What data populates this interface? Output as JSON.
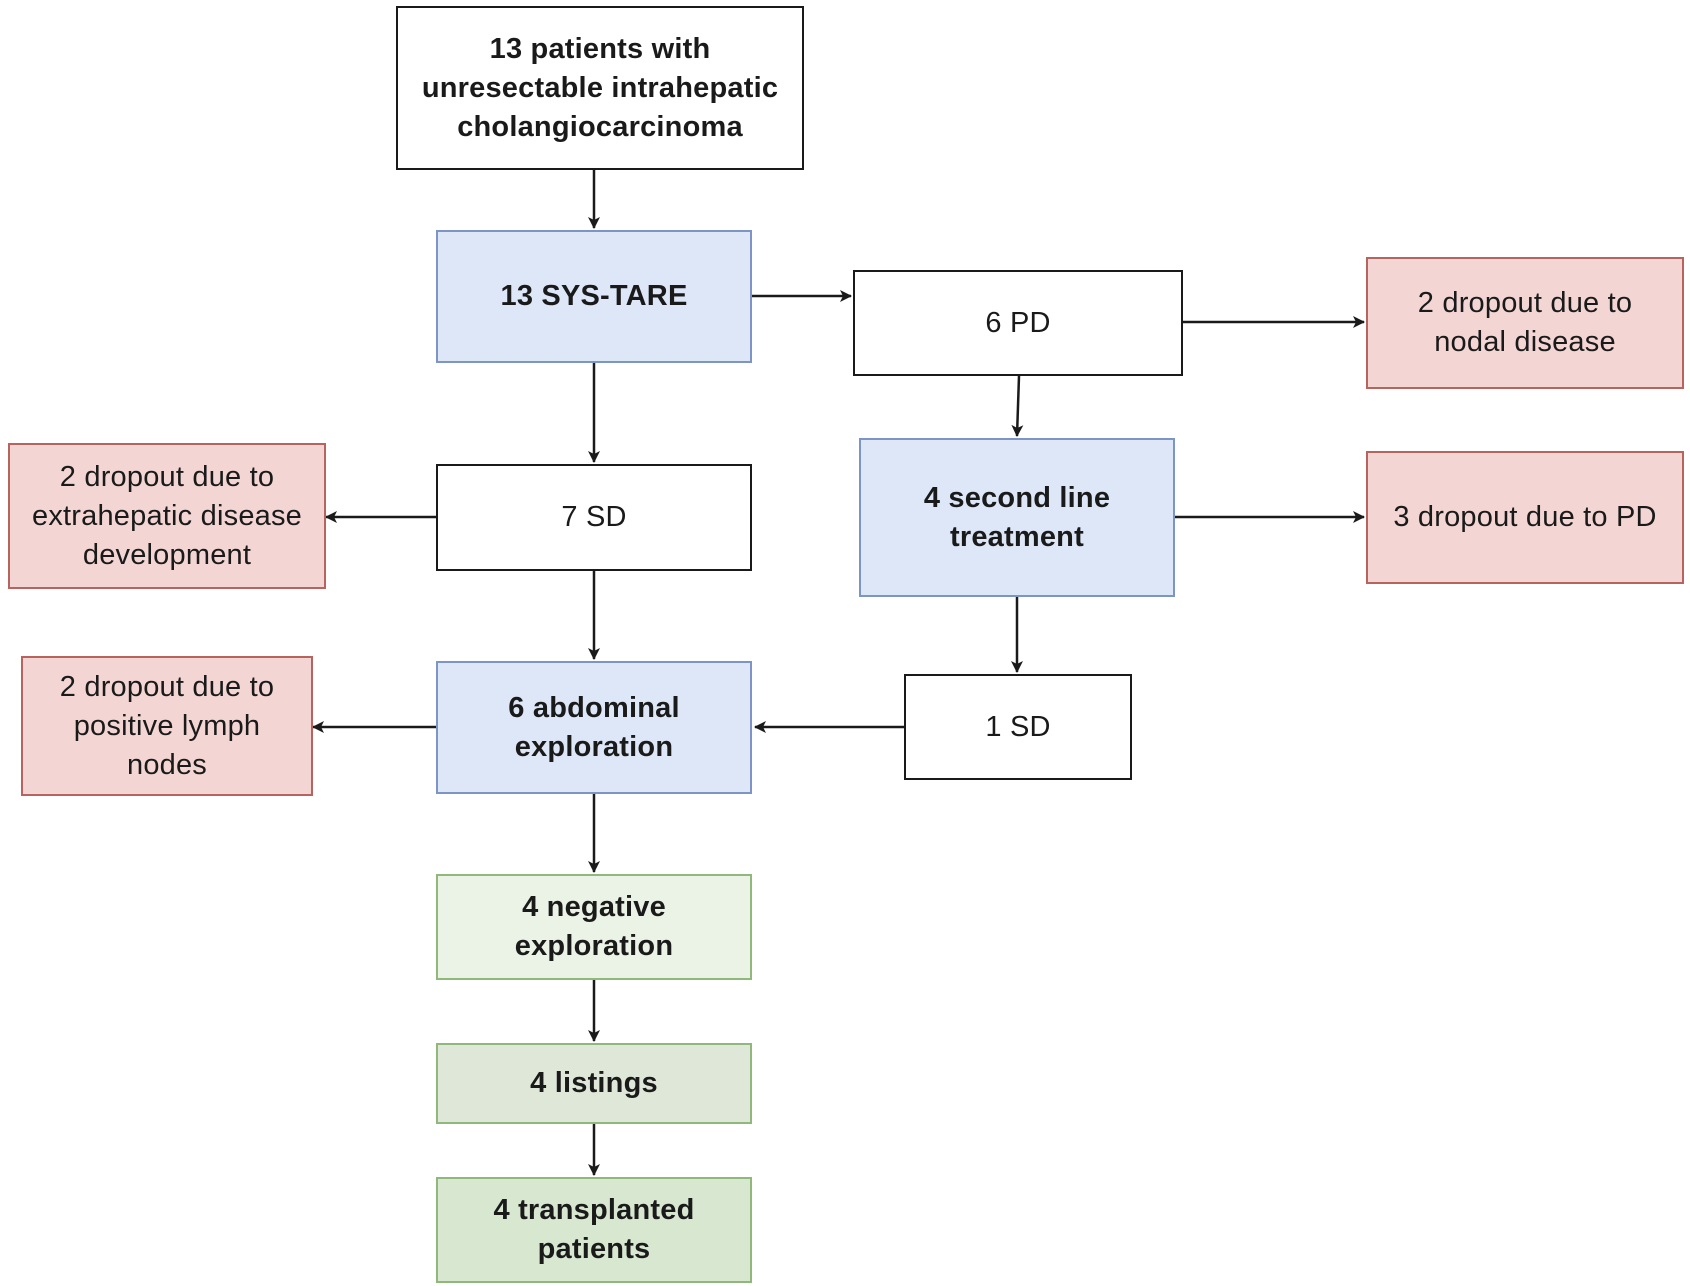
{
  "nodes": {
    "start": "13 patients with\nunresectable intrahepatic\ncholangiocarcinoma",
    "sys_tare": "13 SYS-TARE",
    "pd": "6 PD",
    "dropout_nodal": "2 dropout due to\nnodal disease",
    "sd7": "7 SD",
    "dropout_extrahepatic": "2 dropout due to\nextrahepatic disease\ndevelopment",
    "second_line": "4 second line\ntreatment",
    "dropout_pd": "3 dropout due to PD",
    "exploration": "6 abdominal\nexploration",
    "sd1": "1 SD",
    "dropout_lymph": "2 dropout due to\npositive lymph\nnodes",
    "negative": "4 negative\nexploration",
    "listings": "4 listings",
    "transplanted": "4 transplanted\npatients"
  },
  "colors": {
    "line": "#1a1a1a",
    "blue_fill": "#dde7f8",
    "red_fill": "#f3d6d3",
    "green_fill": "#d7e7d0"
  }
}
